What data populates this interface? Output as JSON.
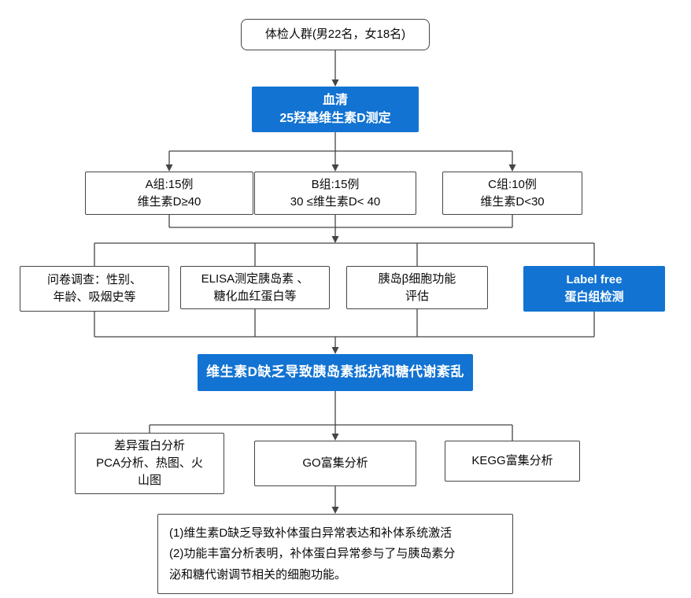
{
  "diagram": {
    "type": "flowchart",
    "nodes": {
      "population": {
        "text": "体检人群(男22名，女18名)"
      },
      "serum": {
        "text": "血清\n25羟基维生素D测定"
      },
      "group_a": {
        "text": "A组:15例\n维生素D≥40"
      },
      "group_b": {
        "text": "B组:15例\n30 ≤维生素D< 40"
      },
      "group_c": {
        "text": "C组:10例\n维生素D<30"
      },
      "questionnaire": {
        "text": "问卷调查：性别、\n年龄、吸烟史等"
      },
      "elisa": {
        "text": "ELISA测定胰岛素 、\n糖化血红蛋白等"
      },
      "islet": {
        "text": "胰岛β细胞功能\n评估"
      },
      "label_free": {
        "text": "Label free\n蛋白组检测"
      },
      "banner": {
        "text": "维生素D缺乏导致胰岛素抵抗和糖代谢紊乱"
      },
      "diff_protein": {
        "text": "差异蛋白分析\nPCA分析、热图、火\n山图"
      },
      "go_enrich": {
        "text": "GO富集分析"
      },
      "kegg_enrich": {
        "text": "KEGG富集分析"
      },
      "findings": {
        "text": "(1)维生素D缺乏导致补体蛋白异常表达和补体系统激活\n(2)功能丰富分析表明，补体蛋白异常参与了与胰岛素分\n泌和糖代谢调节相关的细胞功能。"
      }
    },
    "edges": [
      {
        "from": "population",
        "to": "serum"
      },
      {
        "from": "serum",
        "to": "group_a"
      },
      {
        "from": "serum",
        "to": "group_b"
      },
      {
        "from": "serum",
        "to": "group_c"
      },
      {
        "from": "group_a,group_b,group_c",
        "to": "questionnaire,elisa,islet,label_free"
      },
      {
        "from": "questionnaire,elisa,islet,label_free",
        "to": "banner"
      },
      {
        "from": "banner",
        "to": "diff_protein"
      },
      {
        "from": "banner",
        "to": "go_enrich"
      },
      {
        "from": "banner",
        "to": "kegg_enrich"
      },
      {
        "from": "go_enrich",
        "to": "findings"
      }
    ],
    "colors": {
      "accent_blue": "#1273d2",
      "line": "#454545"
    }
  }
}
